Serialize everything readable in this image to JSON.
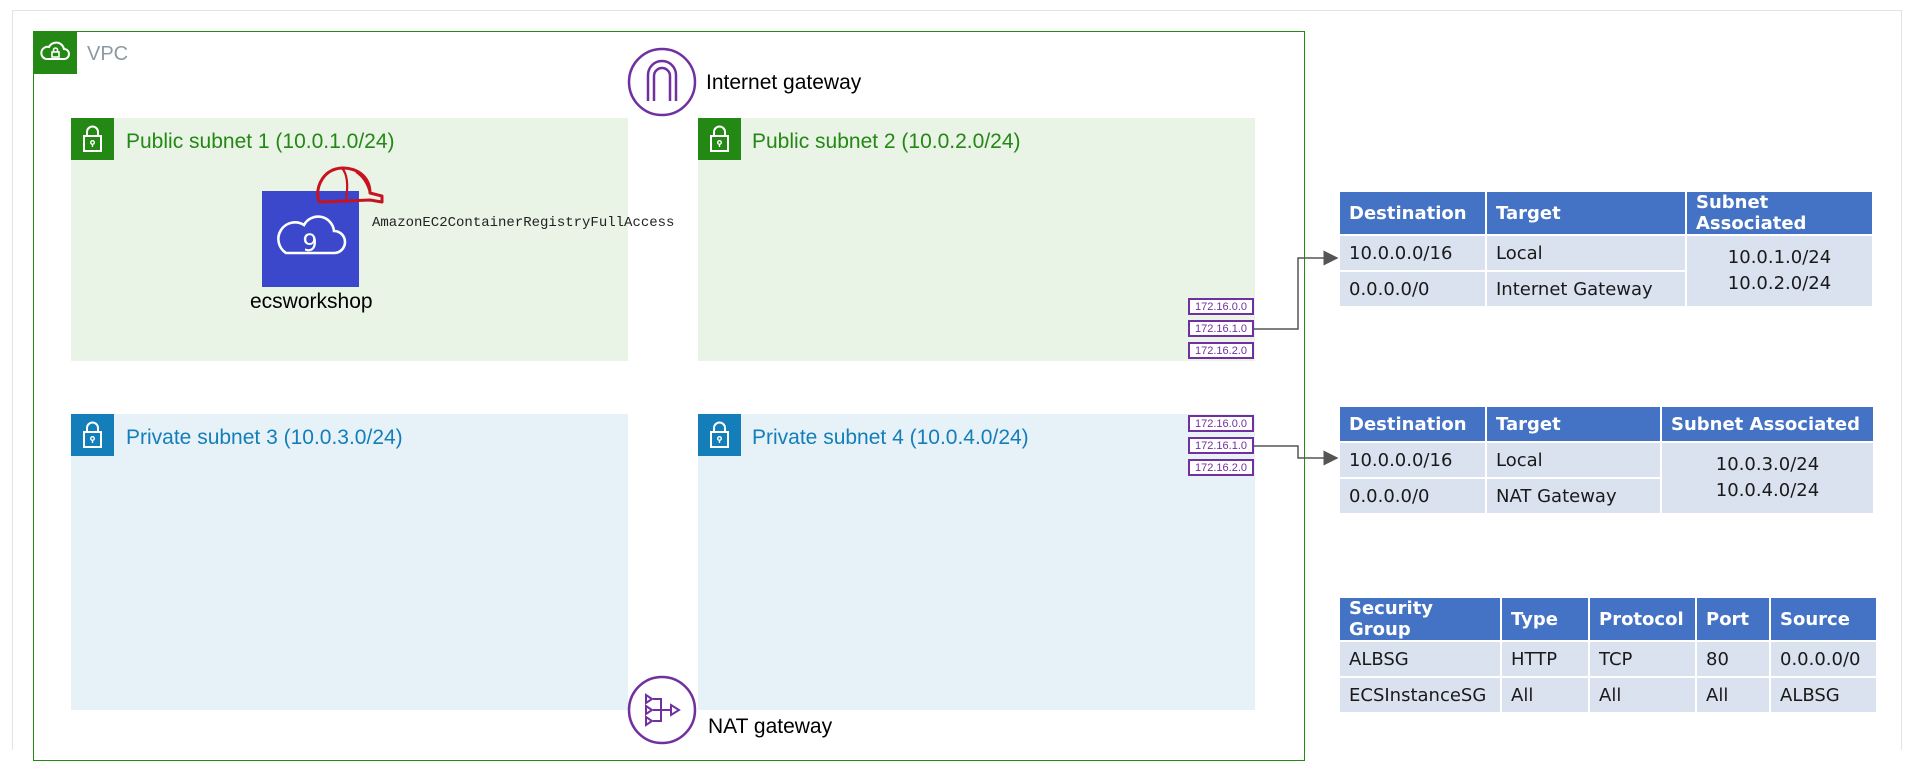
{
  "vpc": {
    "label": "VPC"
  },
  "internet_gateway": {
    "label": "Internet gateway"
  },
  "nat_gateway": {
    "label": "NAT gateway"
  },
  "subnets": [
    {
      "label": "Public subnet 1 (10.0.1.0/24)"
    },
    {
      "label": "Public subnet 2 (10.0.2.0/24)"
    },
    {
      "label": "Private subnet 3 (10.0.3.0/24)"
    },
    {
      "label": "Private subnet 4 (10.0.4.0/24)"
    }
  ],
  "cloud9": {
    "label": "ecsworkshop",
    "badge": "9",
    "policy": "AmazonEC2ContainerRegistryFullAccess"
  },
  "route_tables": {
    "public": [
      "172.16.0.0",
      "172.16.1.0",
      "172.16.2.0"
    ],
    "private": [
      "172.16.0.0",
      "172.16.1.0",
      "172.16.2.0"
    ]
  },
  "public_route_table": {
    "headers": [
      "Destination",
      "Target",
      "Subnet Associated"
    ],
    "rows": [
      [
        "10.0.0.0/16",
        "Local"
      ],
      [
        "0.0.0.0/0",
        "Internet Gateway"
      ]
    ],
    "subnets": [
      "10.0.1.0/24",
      "10.0.2.0/24"
    ]
  },
  "private_route_table": {
    "headers": [
      "Destination",
      "Target",
      "Subnet Associated"
    ],
    "rows": [
      [
        "10.0.0.0/16",
        "Local"
      ],
      [
        "0.0.0.0/0",
        "NAT Gateway"
      ]
    ],
    "subnets": [
      "10.0.3.0/24",
      "10.0.4.0/24"
    ]
  },
  "security_groups": {
    "headers": [
      "Security Group",
      "Type",
      "Protocol",
      "Port",
      "Source"
    ],
    "rows": [
      [
        "ALBSG",
        "HTTP",
        "TCP",
        "80",
        "0.0.0.0/0"
      ],
      [
        "ECSInstanceSG",
        "All",
        "All",
        "All",
        "ALBSG"
      ]
    ]
  },
  "colors": {
    "public": "#248814",
    "private": "#147eba",
    "gateway": "#7030a0",
    "table_header": "#4472c4",
    "table_cell": "#dae1ef"
  }
}
